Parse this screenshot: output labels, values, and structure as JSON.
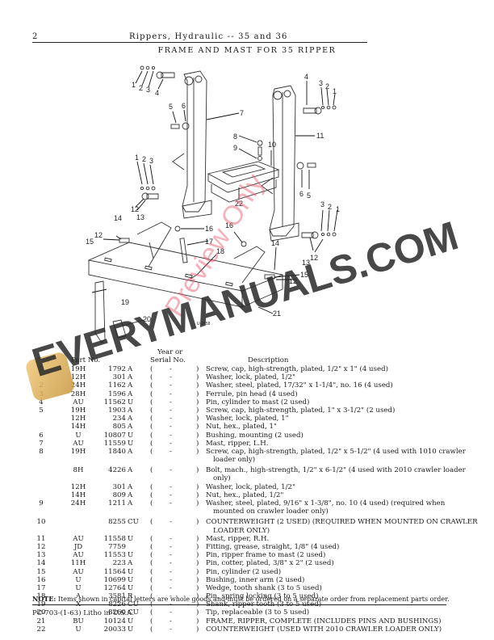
{
  "header": {
    "page_number": "2",
    "running_title": "Rippers, Hydraulic -- 35 and 36",
    "section_title": "FRAME AND MAST FOR 35 RIPPER"
  },
  "diagram": {
    "stamp": "U-2658",
    "callouts": [
      "1",
      "2",
      "3",
      "4",
      "5",
      "6",
      "7",
      "8",
      "9",
      "10",
      "11",
      "12",
      "13",
      "14",
      "15",
      "16",
      "17",
      "18",
      "19",
      "20",
      "21",
      "22"
    ]
  },
  "table": {
    "headers": {
      "key": "Key",
      "part_no": "Part No.",
      "year_line1": "Year or",
      "year_line2": "Serial No.",
      "description": "Description"
    },
    "rows": [
      {
        "key": "1",
        "prefix": "19H",
        "number": "1792",
        "suffix": "A",
        "serial": "-",
        "description": "Screw, cap, high-strength, plated, 1/2\" x 1\" (4 used)"
      },
      {
        "key": "",
        "prefix": "12H",
        "number": "301",
        "suffix": "A",
        "serial": "-",
        "description": "Washer, lock, plated, 1/2\""
      },
      {
        "key": "2",
        "prefix": "24H",
        "number": "1162",
        "suffix": "A",
        "serial": "-",
        "description": "Washer, steel, plated, 17/32\" x 1-1/4\", no. 16 (4 used)"
      },
      {
        "key": "3",
        "prefix": "28H",
        "number": "1596",
        "suffix": "A",
        "serial": "-",
        "description": "Ferrule, pin head (4 used)"
      },
      {
        "key": "4",
        "prefix": "AU",
        "number": "11562",
        "suffix": "U",
        "serial": "-",
        "description": "Pin, cylinder to mast (2 used)"
      },
      {
        "key": "5",
        "prefix": "19H",
        "number": "1903",
        "suffix": "A",
        "serial": "-",
        "description": "Screw, cap, high-strength, plated, 1\" x 3-1/2\" (2 used)"
      },
      {
        "key": "",
        "prefix": "12H",
        "number": "234",
        "suffix": "A",
        "serial": "-",
        "description": "Washer, lock, plated, 1\""
      },
      {
        "key": "",
        "prefix": "14H",
        "number": "805",
        "suffix": "A",
        "serial": "-",
        "description": "Nut, hex., plated, 1\""
      },
      {
        "key": "6",
        "prefix": "U",
        "number": "10807",
        "suffix": "U",
        "serial": "-",
        "description": "Bushing, mounting (2 used)"
      },
      {
        "key": "7",
        "prefix": "AU",
        "number": "11559",
        "suffix": "U",
        "serial": "-",
        "description": "Mast, ripper, L.H."
      },
      {
        "key": "8",
        "prefix": "19H",
        "number": "1840",
        "suffix": "A",
        "serial": "-",
        "description": "Screw, cap, high-strength, plated, 1/2\" x 5-1/2\" (4 used with 1010 crawler",
        "continuation": "loader only)"
      },
      {
        "key": "",
        "prefix": "8H",
        "number": "4226",
        "suffix": "A",
        "serial": "-",
        "description": "Bolt, mach., high-strength, 1/2\" x 6-1/2\" (4 used with 2010 crawler loader",
        "continuation": "only)",
        "gap": true
      },
      {
        "key": "",
        "prefix": "12H",
        "number": "301",
        "suffix": "A",
        "serial": "-",
        "description": "Washer, lock, plated, 1/2\""
      },
      {
        "key": "",
        "prefix": "14H",
        "number": "809",
        "suffix": "A",
        "serial": "-",
        "description": "Nut, hex., plated, 1/2\""
      },
      {
        "key": "9",
        "prefix": "24H",
        "number": "1211",
        "suffix": "A",
        "serial": "-",
        "description": "Washer, steel, plated, 9/16\" x 1-3/8\", no. 10 (4 used) (required when",
        "continuation": "mounted on crawler loader only)"
      },
      {
        "key": "10",
        "prefix": "",
        "number": "8255",
        "suffix": "CU",
        "serial": "-",
        "description": "COUNTERWEIGHT (2 USED) (REQUIRED WHEN MOUNTED ON CRAWLER",
        "continuation": "LOADER ONLY)",
        "gap": true
      },
      {
        "key": "11",
        "prefix": "AU",
        "number": "11558",
        "suffix": "U",
        "serial": "-",
        "description": "Mast, ripper, R.H."
      },
      {
        "key": "12",
        "prefix": "JD",
        "number": "7759",
        "suffix": "",
        "serial": "-",
        "description": "Fitting, grease, straight, 1/8\" (4 used)"
      },
      {
        "key": "13",
        "prefix": "AU",
        "number": "11553",
        "suffix": "U",
        "serial": "-",
        "description": "Pin, ripper frame to mast (2 used)"
      },
      {
        "key": "14",
        "prefix": "11H",
        "number": "223",
        "suffix": "A",
        "serial": "-",
        "description": "Pin, cotter, plated, 3/8\" x 2\" (2 used)"
      },
      {
        "key": "15",
        "prefix": "AU",
        "number": "11564",
        "suffix": "U",
        "serial": "-",
        "description": "Pin, cylinder (2 used)"
      },
      {
        "key": "16",
        "prefix": "U",
        "number": "10699",
        "suffix": "U",
        "serial": "-",
        "description": "Bushing, inner arm (2 used)"
      },
      {
        "key": "17",
        "prefix": "U",
        "number": "12764",
        "suffix": "U",
        "serial": "-",
        "description": "Wedge, tooth shank (3 to 5 used)"
      },
      {
        "key": "18",
        "prefix": "A",
        "number": "3581",
        "suffix": "R",
        "serial": "-",
        "description": "Pin, spring locking (3 to 5 used)"
      },
      {
        "key": "19",
        "prefix": "X",
        "number": "8226",
        "suffix": "CU",
        "serial": "-",
        "description": "Shank, ripper tooth (3 to 5 used)"
      },
      {
        "key": "20",
        "prefix": "",
        "number": "8260",
        "suffix": "CU",
        "serial": "-",
        "description": "Tip, replaceable (3 to 5 used)"
      },
      {
        "key": "21",
        "prefix": "BU",
        "number": "10124",
        "suffix": "U",
        "serial": "-",
        "description": "FRAME, RIPPER, COMPLETE (INCLUDES PINS AND BUSHINGS)"
      },
      {
        "key": "22",
        "prefix": "U",
        "number": "20033",
        "suffix": "U",
        "serial": "-",
        "description": "COUNTERWEIGHT (USED WITH 2010 CRAWLER LOADER ONLY)"
      }
    ]
  },
  "note": {
    "label": "NOTE:",
    "text": "Items shown in capital letters are whole goods and must be ordered on a separate order from replacement parts order."
  },
  "footer": {
    "text": "PC-703-(1-63)   Litho in U.S.A."
  },
  "watermark": {
    "main": "EVERYMANUALS.COM",
    "preview": "Preview Only",
    "main_color": "#2a2a2a",
    "preview_color": "#eb5064"
  }
}
